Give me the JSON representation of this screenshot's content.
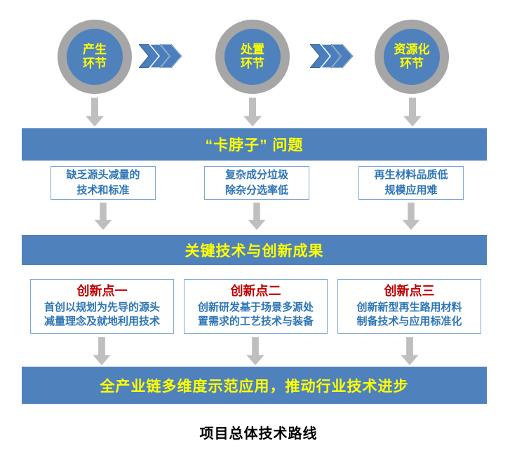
{
  "diagram": {
    "stages": [
      {
        "label": "产生\n环节"
      },
      {
        "label": "处置\n环节"
      },
      {
        "label": "资源化\n环节"
      }
    ],
    "banner_problems": "“卡脖子” 问题",
    "problems": [
      {
        "text": "缺乏源头减量的\n技术和标准"
      },
      {
        "text": "复杂成分垃圾\n除杂分选率低"
      },
      {
        "text": "再生材料品质低\n规模应用难"
      }
    ],
    "banner_achievements": "关键技术与创新成果",
    "innovations": [
      {
        "title": "创新点一",
        "body": "首创以规划为先导的源头\n减量理念及就地利用技术"
      },
      {
        "title": "创新点二",
        "body": "创新研发基于场景多源处\n置需求的工艺技术与装备"
      },
      {
        "title": "创新点三",
        "body": "创新新型再生路用材料\n制备技术与应用标准化"
      }
    ],
    "banner_application": "全产业链多维度示范应用，推动行业技术进步",
    "caption": "项目总体技术路线",
    "colors": {
      "banner_blue": "#4f81bd",
      "circle_blue": "#4f81bd",
      "ring_gray": "#a6a6a6",
      "arrow_gray": "#bfbfbf",
      "chevron_blue": "#4a7ebc",
      "chevron_edge": "#2e5a8b",
      "text_yellow": "#ffff00",
      "innovation_title_red": "#c00000",
      "body_text_blue": "#2e75b6",
      "box_border_blue": "#7da7d8"
    }
  }
}
